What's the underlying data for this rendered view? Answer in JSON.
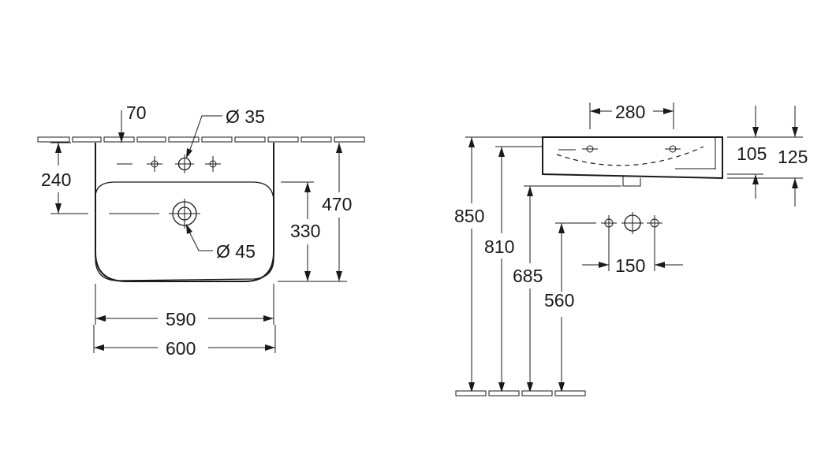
{
  "front_view": {
    "tap_hole_offset": "70",
    "tap_hole_diameter": "Ø 35",
    "tap_height": "240",
    "waste_diameter": "Ø 45",
    "bowl_depth": "330",
    "total_depth": "470",
    "inner_width": "590",
    "total_width": "600"
  },
  "side_view": {
    "tap_spacing_top": "280",
    "rim_height": "105",
    "total_height": "125",
    "tap_spacing": "150",
    "installation_heights": [
      "850",
      "810",
      "685",
      "560"
    ]
  }
}
